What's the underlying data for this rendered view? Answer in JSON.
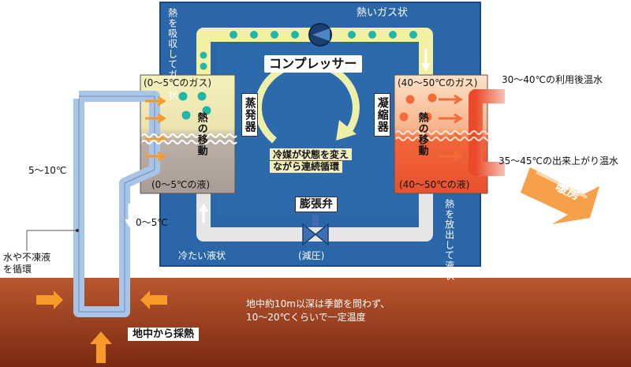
{
  "colors": {
    "panel": "#2a66a8",
    "panel_dark": "#1c4f88",
    "pipe_yellow": "#f3f0a4",
    "evaporator_gas": "#f4f0b8",
    "evaporator_liquid": "#b4a8a0",
    "condenser_gas": "#f8c9a6",
    "condenser_liquid": "#f36b38",
    "ground": "#8f3a1e",
    "ground_light": "#c56a45",
    "ground_pipe": "#a8c4e6",
    "hot_pipe": "#f3a6a0",
    "dot_cyan": "#22b6a8",
    "dot_orange": "#f36b38",
    "arrow_orange": "#f79a2a"
  },
  "labels": {
    "compressor": "コンプレッサー",
    "hot_gas": "熱いガス状",
    "absorb_heat": "熱を吸収してガス状",
    "release_heat": "熱を放出して液状",
    "evaporator": "蒸発器",
    "condenser": "凝縮器",
    "evap_gas": "(0～5℃のガス)",
    "evap_liquid": "(0～5℃の液)",
    "cond_gas": "(40～50℃のガス)",
    "cond_liquid": "(40～50℃の液)",
    "heat_move_left": "熱の移動",
    "heat_move_right": "熱の移動",
    "cycle_line1": "冷媒が状態を変え",
    "cycle_line2": "ながら連続循環",
    "expansion_valve": "膨張弁",
    "decompression": "(減圧)",
    "cold_liquid": "冷たい液状",
    "return_water": "30～40℃の利用後温水",
    "supply_water": "35～45℃の出来上がり温水",
    "heating": "暖房",
    "temp_ground_up": "5～10℃",
    "temp_ground_down": "0～5℃",
    "antifreeze_line1": "水や不凍液",
    "antifreeze_line2": "を循環",
    "ground_heat": "地中から採熱",
    "ground_note_line1": "地中約10m以深は季節を問わず、",
    "ground_note_line2": "10～20℃くらいで一定温度"
  }
}
